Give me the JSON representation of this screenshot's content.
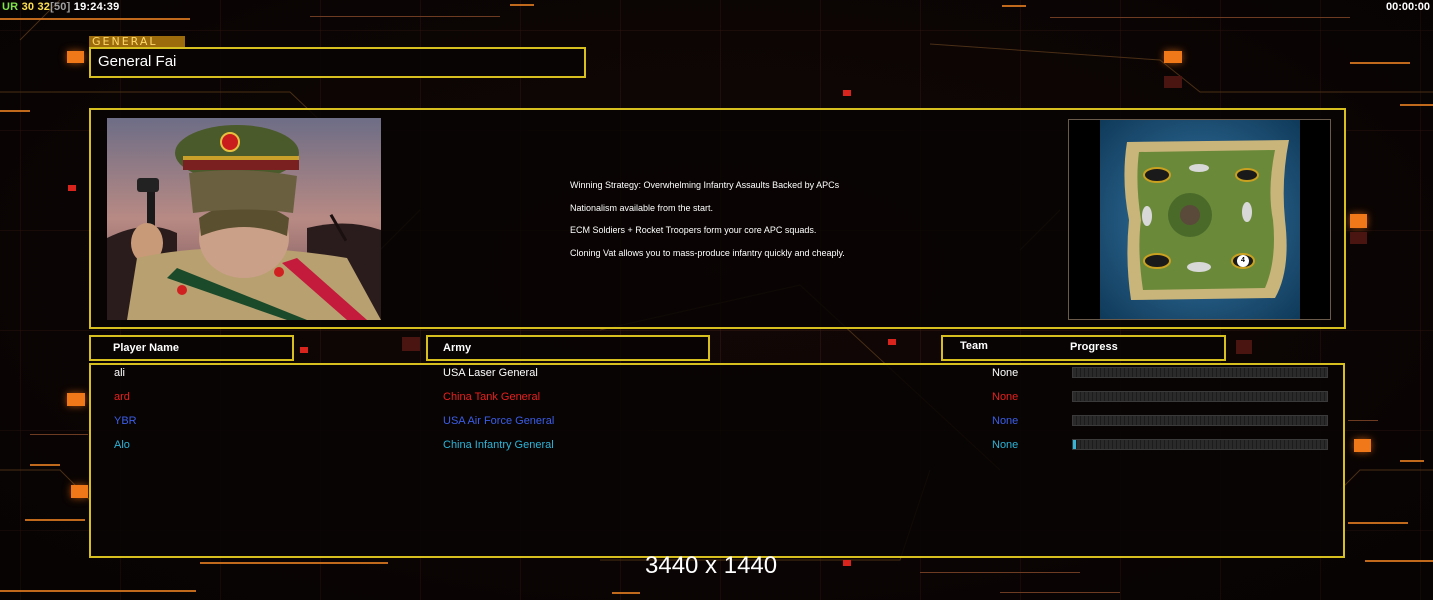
{
  "hud": {
    "ur": "UR",
    "num1": "30",
    "num2": "32",
    "num3": "[50]",
    "clock": "19:24:39",
    "timer": "00:00:00"
  },
  "general": {
    "tag": "GENERAL",
    "name": "General Fai"
  },
  "strategy_lines": [
    "Winning Strategy: Overwhelming Infantry Assaults Backed by APCs",
    "Nationalism available from the start.",
    "ECM Soldiers + Rocket Troopers form your core APC squads.",
    "Cloning Vat allows you to mass-produce infantry quickly and cheaply."
  ],
  "minimap": {
    "marker_label": "4"
  },
  "headers": {
    "player_name": "Player Name",
    "army": "Army",
    "team": "Team",
    "progress": "Progress"
  },
  "players": [
    {
      "name": "ali",
      "army": "USA Laser General",
      "team": "None",
      "color": "#ffffff",
      "progress": 0
    },
    {
      "name": "ard",
      "army": "China Tank General",
      "team": "None",
      "color": "#e8201e",
      "progress": 0
    },
    {
      "name": "YBR",
      "army": "USA Air Force General",
      "team": "None",
      "color": "#3c5ee8",
      "progress": 0
    },
    {
      "name": "Alo",
      "army": "China Infantry General",
      "team": "None",
      "color": "#2cb4d8",
      "progress": 0.01
    }
  ],
  "resolution": "3440 x 1440",
  "colors": {
    "frame": "#d6bf1e",
    "accent": "#f07818"
  }
}
